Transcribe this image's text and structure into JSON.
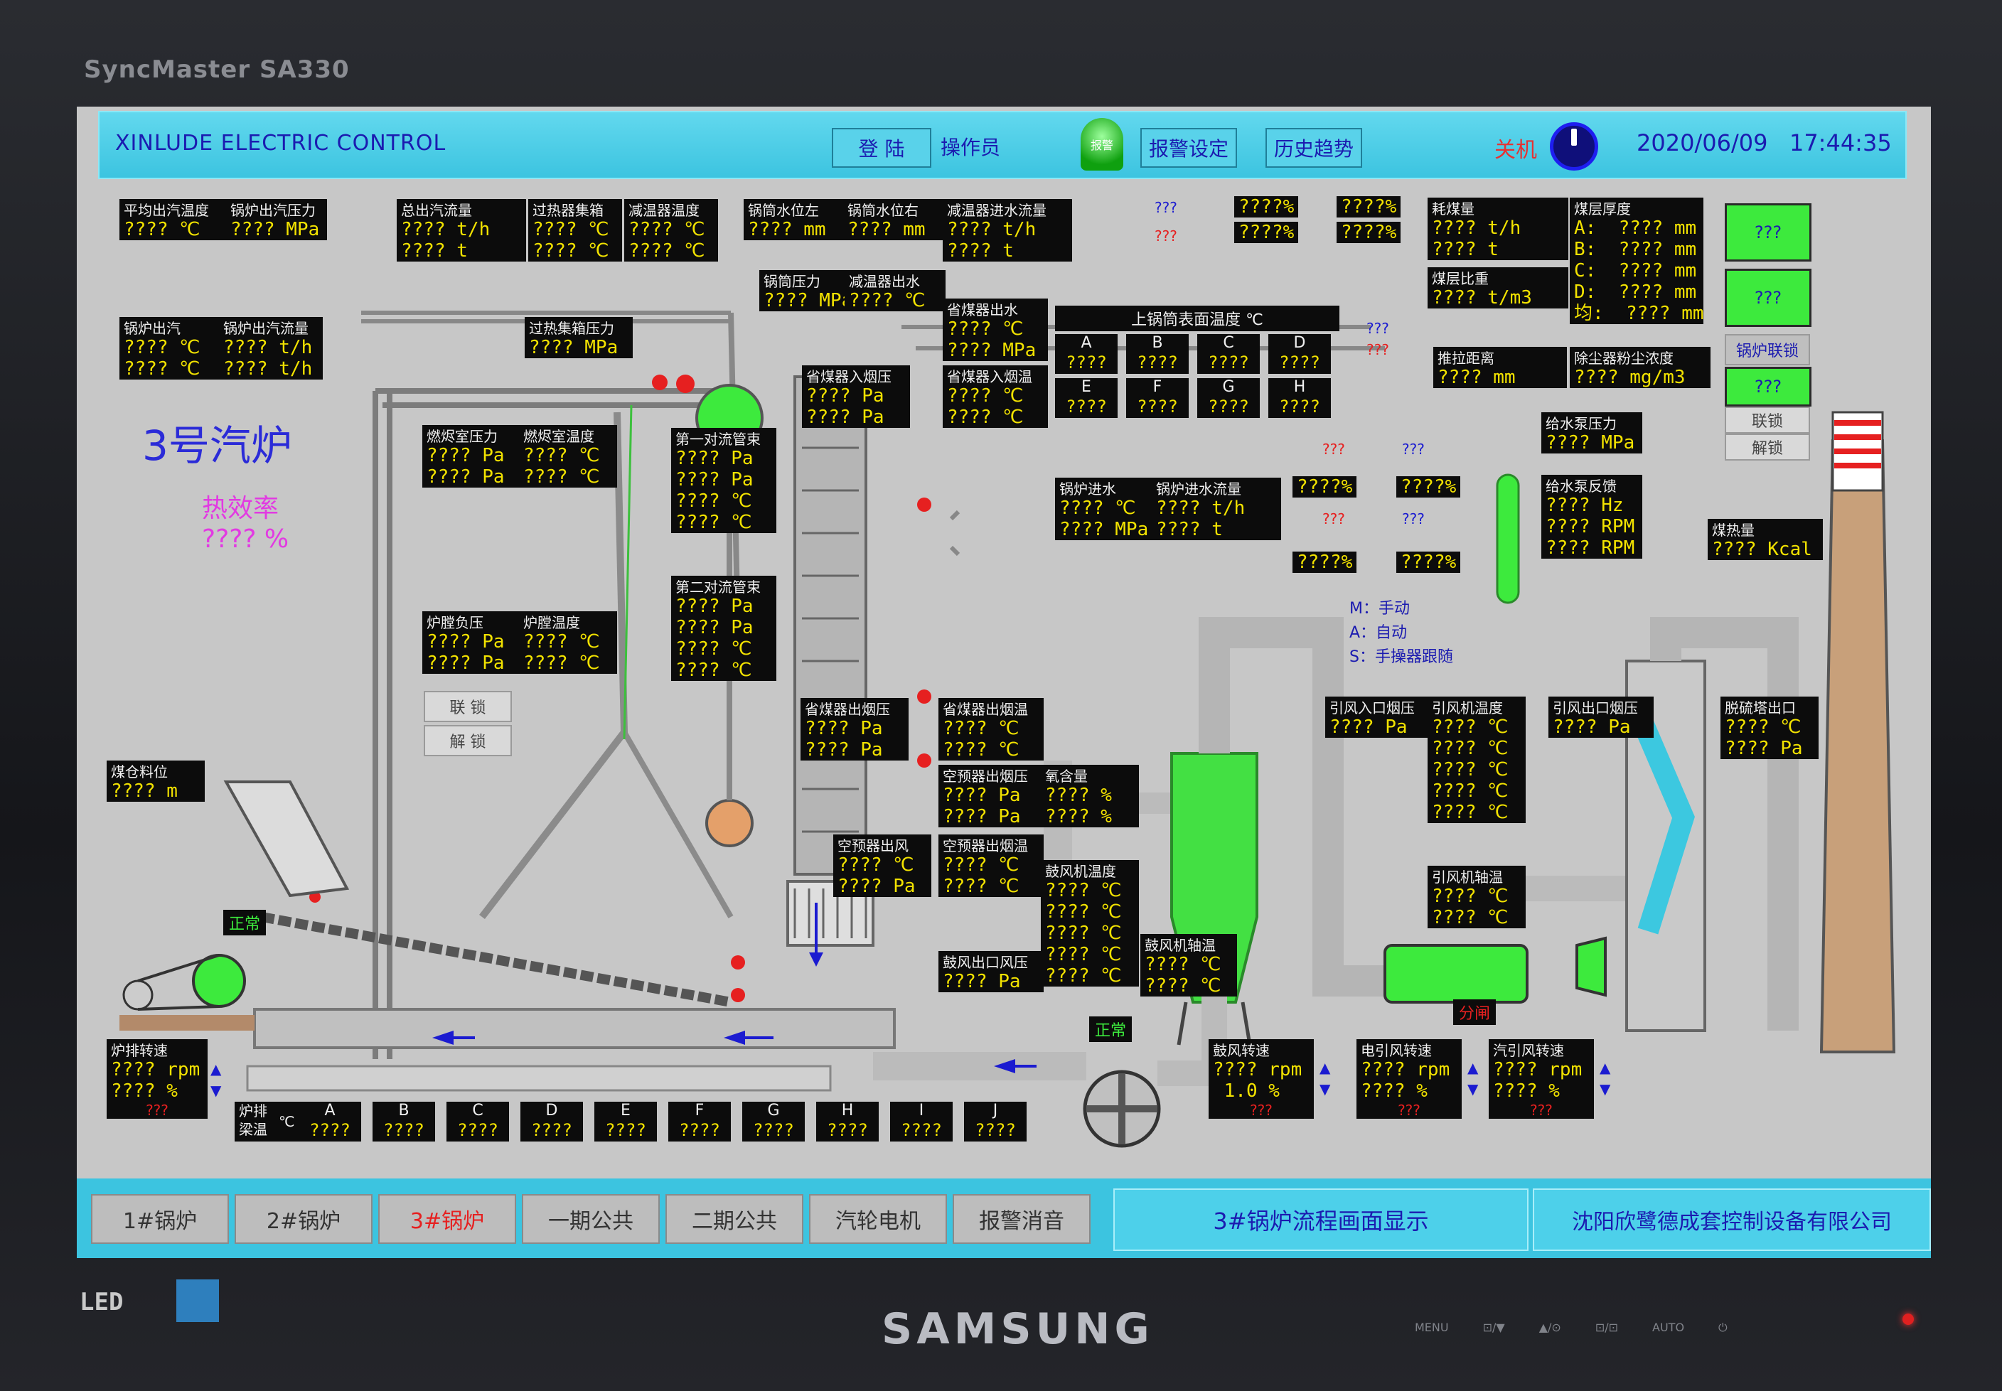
{
  "bezel": {
    "model": "SyncMaster SA330",
    "led": "LED",
    "brand": "SAMSUNG",
    "buttons": [
      "MENU",
      "⊡/▼",
      "▲/⊙",
      "⊡/⊡",
      "AUTO",
      "⏻"
    ]
  },
  "header": {
    "brand": "XINLUDE ELECTRIC  CONTROL",
    "login": "登  陆",
    "operator": "操作员",
    "alarm_lamp": "报警",
    "alarm_settings": "报警设定",
    "history": "历史趋势",
    "shutdown": "关机",
    "date": "2020/06/09",
    "time": "17:44:35"
  },
  "title": {
    "boiler": "3号汽炉",
    "efficiency_label": "热效率",
    "efficiency_value": "???? %"
  },
  "legend": {
    "m": "M：手动",
    "a": "A：自动",
    "s": "S：手操器跟随"
  },
  "q": "???",
  "boxes": {
    "avg_temp": {
      "label": "平均出汽温度",
      "v": "???? ℃"
    },
    "boiler_press": {
      "label": "锅炉出汽压力",
      "v": "???? MPa"
    },
    "total_flow": {
      "label": "总出汽流量",
      "v": "???? t/h\n???? t"
    },
    "superheat_col": {
      "label": "过热器集箱",
      "v": "???? ℃\n???? ℃"
    },
    "desuper_temp": {
      "label": "减温器温度",
      "v": "???? ℃\n???? ℃"
    },
    "drum_left": {
      "label": "锅筒水位左",
      "v": "???? mm"
    },
    "drum_right": {
      "label": "锅筒水位右",
      "v": "???? mm"
    },
    "desuper_in": {
      "label": "减温器进水流量",
      "v": "???? t/h\n???? t"
    },
    "drum_press": {
      "label": "锅筒压力",
      "v": "???? MPa"
    },
    "desuper_out": {
      "label": "减温器出水",
      "v": "???? ℃"
    },
    "boiler_out": {
      "label": "锅炉出汽",
      "v": "???? ℃\n???? ℃"
    },
    "boiler_out_flow": {
      "label": "锅炉出汽流量",
      "v": "???? t/h\n???? t/h"
    },
    "superheat_press": {
      "label": "过热集箱压力",
      "v": "???? MPa"
    },
    "econ_out_water": {
      "label": "省煤器出水",
      "v": "???? ℃\n???? MPa"
    },
    "econ_in_gas": {
      "label": "省煤器入烟压",
      "v": "???? Pa\n???? Pa"
    },
    "econ_in_gtemp": {
      "label": "省煤器入烟温",
      "v": "???? ℃\n???? ℃"
    },
    "furn_press": {
      "label": "燃烬室压力",
      "v": "???? Pa\n???? Pa"
    },
    "furn_temp": {
      "label": "燃烬室温度",
      "v": "???? ℃\n???? ℃"
    },
    "conv1": {
      "label": "第一对流管束",
      "v": "???? Pa\n???? Pa\n???? ℃\n???? ℃"
    },
    "conv2": {
      "label": "第二对流管束",
      "v": "???? Pa\n???? Pa\n???? ℃\n???? ℃"
    },
    "hearth_neg": {
      "label": "炉膛负压",
      "v": "???? Pa\n???? Pa"
    },
    "hearth_temp": {
      "label": "炉膛温度",
      "v": "???? ℃\n???? ℃"
    },
    "coal_level": {
      "label": "煤仓料位",
      "v": "???? m"
    },
    "econ_out_press": {
      "label": "省煤器出烟压",
      "v": "???? Pa\n???? Pa"
    },
    "econ_out_temp": {
      "label": "省煤器出烟温",
      "v": "???? ℃\n???? ℃"
    },
    "ap_out_press": {
      "label": "空预器出烟压",
      "v": "???? Pa\n???? Pa"
    },
    "oxygen": {
      "label": "氧含量",
      "v": "???? %\n???? %"
    },
    "ap_out_air": {
      "label": "空预器出风",
      "v": "???? ℃\n???? Pa"
    },
    "ap_out_temp": {
      "label": "空预器出烟温",
      "v": "???? ℃\n???? ℃"
    },
    "fd_temp": {
      "label": "鼓风机温度",
      "v": "???? ℃\n???? ℃\n???? ℃\n???? ℃\n???? ℃"
    },
    "fd_out_press": {
      "label": "鼓风出口风压",
      "v": "???? Pa"
    },
    "fd_bearing": {
      "label": "鼓风机轴温",
      "v": "???? ℃\n???? ℃"
    },
    "feed_in": {
      "label": "锅炉进水",
      "v": "???? ℃\n???? MPa"
    },
    "feed_flow": {
      "label": "锅炉进水流量",
      "v": "???? t/h\n???? t"
    },
    "coal_use": {
      "label": "耗煤量",
      "v": "???? t/h\n???? t"
    },
    "coal_ratio": {
      "label": "煤层比重",
      "v": "???? t/m3"
    },
    "coal_thick": {
      "label": "煤层厚度",
      "v": "A:  ???? mm\nB:  ???? mm\nC:  ???? mm\nD:  ???? mm\n均:  ???? mm"
    },
    "push_dist": {
      "label": "推拉距离",
      "v": "???? mm"
    },
    "dust": {
      "label": "除尘器粉尘浓度",
      "v": "???? mg/m3"
    },
    "fwp_press": {
      "label": "给水泵压力",
      "v": "???? MPa"
    },
    "fwp_fb": {
      "label": "给水泵反馈",
      "v": "???? Hz\n???? RPM\n???? RPM"
    },
    "coal_heat": {
      "label": "煤热量",
      "v": "???? Kcal"
    },
    "id_in_press": {
      "label": "引风入口烟压",
      "v": "???? Pa"
    },
    "id_temp": {
      "label": "引风机温度",
      "v": "???? ℃\n???? ℃\n???? ℃\n???? ℃\n???? ℃"
    },
    "id_out_press": {
      "label": "引风出口烟压",
      "v": "???? Pa"
    },
    "desulf_out": {
      "label": "脱硫塔出口",
      "v": "???? ℃\n???? Pa"
    },
    "id_bearing": {
      "label": "引风机轴温",
      "v": "???? ℃\n???? ℃"
    },
    "grate_speed": {
      "label": "炉排转速",
      "v": "???? rpm\n???? %"
    },
    "fd_speed": {
      "label": "鼓风转速",
      "v": "???? rpm\n 1.0 %"
    },
    "eid_speed": {
      "label": "电引风转速",
      "v": "???? rpm\n???? %"
    },
    "sid_speed": {
      "label": "汽引风转速",
      "v": "???? rpm\n???? %"
    }
  },
  "pct": [
    "????%",
    "????%",
    "????%",
    "????%",
    "????%",
    "????%",
    "????%",
    "????%"
  ],
  "upper_drum": {
    "title": "上锅筒表面温度  ℃",
    "cells": [
      {
        "k": "A",
        "v": "????"
      },
      {
        "k": "B",
        "v": "????"
      },
      {
        "k": "C",
        "v": "????"
      },
      {
        "k": "D",
        "v": "????"
      },
      {
        "k": "E",
        "v": "????"
      },
      {
        "k": "F",
        "v": "????"
      },
      {
        "k": "G",
        "v": "????"
      },
      {
        "k": "H",
        "v": "????"
      }
    ]
  },
  "grate_temps": {
    "title": "炉排梁温",
    "unit": "℃",
    "cells": [
      {
        "k": "A",
        "v": "????"
      },
      {
        "k": "B",
        "v": "????"
      },
      {
        "k": "C",
        "v": "????"
      },
      {
        "k": "D",
        "v": "????"
      },
      {
        "k": "E",
        "v": "????"
      },
      {
        "k": "F",
        "v": "????"
      },
      {
        "k": "G",
        "v": "????"
      },
      {
        "k": "H",
        "v": "????"
      },
      {
        "k": "I",
        "v": "????"
      },
      {
        "k": "J",
        "v": "????"
      }
    ]
  },
  "side": {
    "green1": "???",
    "green2": "???",
    "linkage": "锅炉联锁",
    "green3": "???",
    "lock": "联锁",
    "unlock": "解锁"
  },
  "locks": {
    "lock": "联  锁",
    "unlock": "解  锁"
  },
  "status": {
    "normal": "正常",
    "separate": "分闸"
  },
  "footer": {
    "tabs": [
      "1#锅炉",
      "2#锅炉",
      "3#锅炉",
      "一期公共",
      "二期公共",
      "汽轮电机",
      "报警消音"
    ],
    "display": "3#锅炉流程画面显示",
    "company": "沈阳欣鹭德成套控制设备有限公司"
  },
  "colors": {
    "header": "#3cc4e0",
    "panel": "#0c0c0c",
    "value": "#f2e200",
    "accent": "#1b1bb0",
    "alarm": "#e62020",
    "ok": "#3dea3d"
  }
}
